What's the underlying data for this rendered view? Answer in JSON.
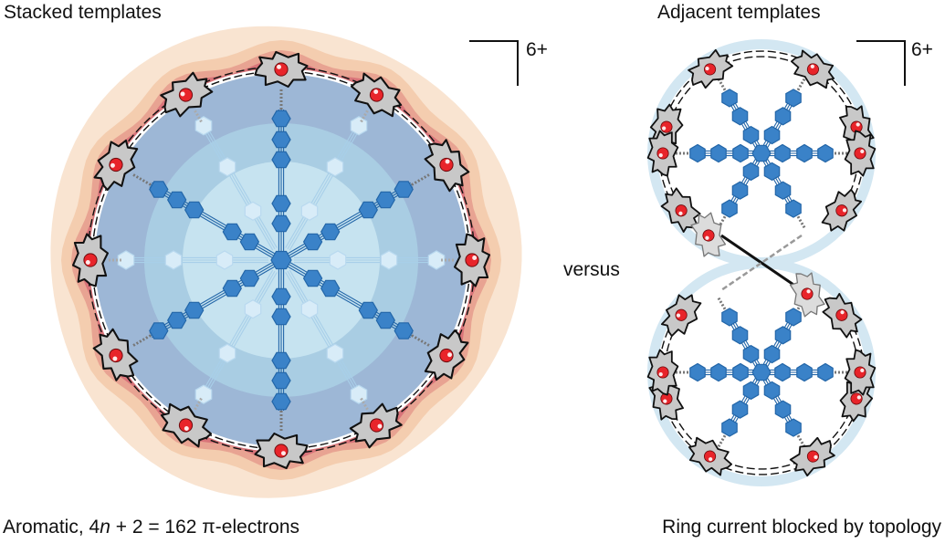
{
  "left_panel": {
    "title": "Stacked templates",
    "charge": "6+",
    "caption_pre": "Aromatic, 4",
    "caption_n": "n",
    "caption_post": " + 2 = 162 π-electrons"
  },
  "right_panel": {
    "title": "Adjacent templates",
    "charge": "6+",
    "caption": "Ring current blocked by topology"
  },
  "connector_text": "versus",
  "colors": {
    "template_blue": "#3a82c8",
    "template_light": "#d8ecf8",
    "porphyrin_gray": "#c8c8c8",
    "metal_red": "#e8242a",
    "shield_blue_outer": "#9db7d6",
    "shield_blue_mid": "#a9cde3",
    "shield_blue_inner": "#c6e3f0",
    "deshield_outer": "#f9e4d1",
    "deshield_inner": "#d9747a"
  },
  "icons": {
    "porphyrin": "porphyrin-unit-icon",
    "metal": "zinc-metal-sphere-icon",
    "hexagon": "benzene-hexagon-icon"
  }
}
